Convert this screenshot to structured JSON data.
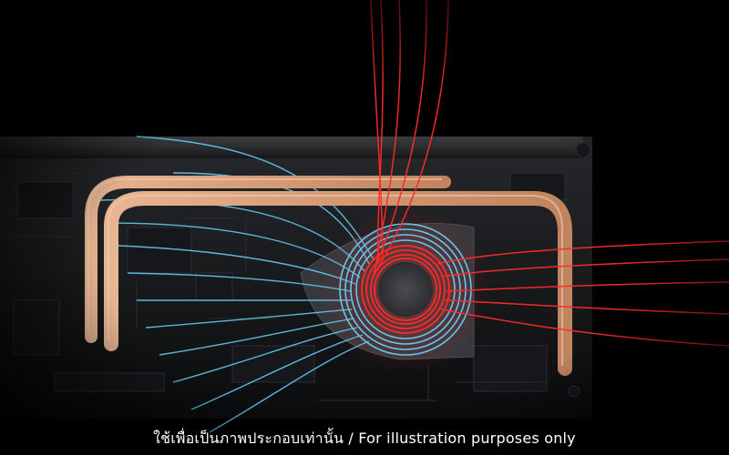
{
  "caption": {
    "text": "ใช้เพื่อเป็นภาพประกอบเท่านั้น / For illustration purposes only"
  },
  "colors": {
    "background": "#000000",
    "heatpipe": "#d9a27e",
    "cool_airflow": "#66c6f2",
    "hot_airflow": "#ff2a2a",
    "board": "#1b1d20"
  },
  "graphic": {
    "subject": "laptop-cooling-system",
    "parts": [
      "motherboard",
      "heat-pipe",
      "cooling-fan",
      "cool-airflow-lines",
      "hot-airflow-lines"
    ]
  }
}
